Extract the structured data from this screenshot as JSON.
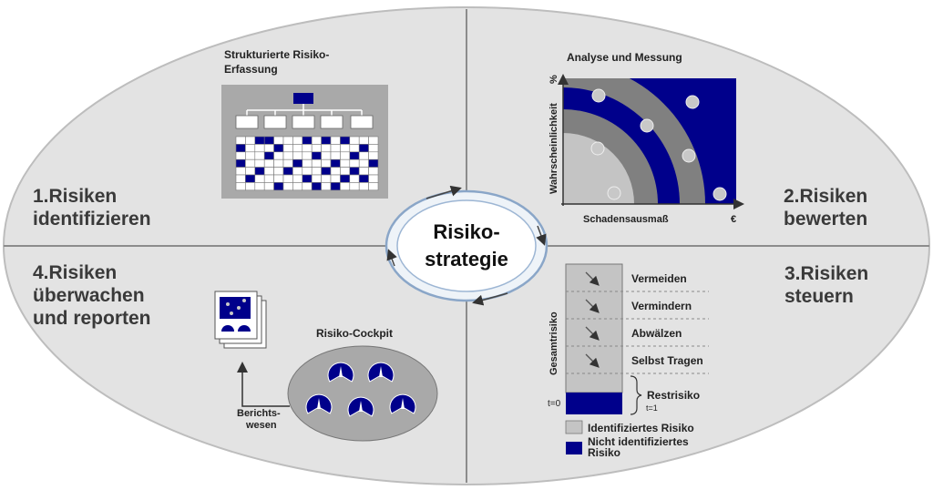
{
  "center": {
    "line1": "Risiko-",
    "line2": "strategie"
  },
  "quadrants": {
    "identify": {
      "line1": "1.Risiken",
      "line2": "identifizieren"
    },
    "assess": {
      "line1": "2.Risiken",
      "line2": "bewerten"
    },
    "control": {
      "line1": "3.Risiken",
      "line2": "steuern"
    },
    "monitor": {
      "line1": "4.Risiken",
      "line2": "überwachen",
      "line3": "und reporten"
    }
  },
  "capture": {
    "title_line1": "Strukturierte Risiko-",
    "title_line2": "Erfassung"
  },
  "analysis": {
    "title": "Analyse und Messung",
    "y_label": "Wahrscheinlichkeit",
    "y_unit": "%",
    "x_label": "Schadensausmaß",
    "x_unit": "€"
  },
  "control_chart": {
    "y_label": "Gesamtrisiko",
    "measures": [
      "Vermeiden",
      "Vermindern",
      "Abwälzen",
      "Selbst Tragen"
    ],
    "residual": "Restrisiko",
    "t0": "t=0",
    "t1": "t=1",
    "legend_identified": "Identifiziertes Risiko",
    "legend_unidentified_line1": "Nicht identifiziertes",
    "legend_unidentified_line2": "Risiko"
  },
  "cockpit": {
    "title": "Risiko-Cockpit"
  },
  "reporting": {
    "line1": "Berichts-",
    "line2": "wesen"
  },
  "colors": {
    "navy": "#00008b",
    "ellipse_fill": "#e3e3e3",
    "grey_dark": "#808080",
    "grey_light": "#c4c4c4"
  }
}
